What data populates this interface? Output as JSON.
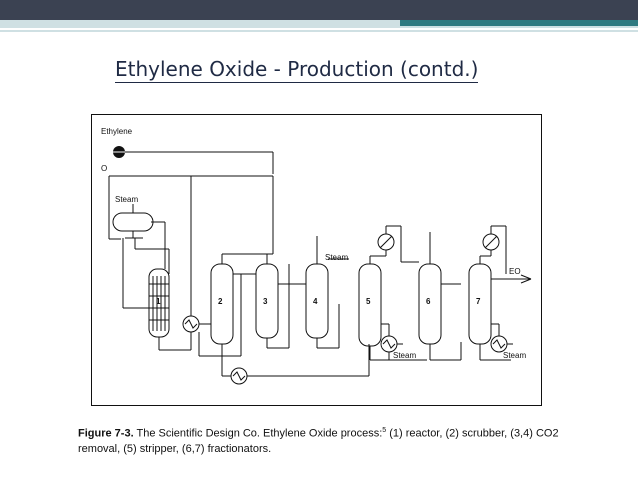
{
  "slide": {
    "title": "Ethylene Oxide - Production (contd.)"
  },
  "diagram": {
    "inputs": {
      "ethylene": "Ethylene",
      "oxygen": "O"
    },
    "steam_labels": [
      "Steam",
      "Steam",
      "Steam",
      "Steam"
    ],
    "product": "EO",
    "units": [
      "1",
      "2",
      "3",
      "4",
      "5",
      "6",
      "7"
    ]
  },
  "caption": {
    "figure_label": "Figure 7-3.",
    "text_before_ref": "The Scientific Design Co. Ethylene Oxide process:",
    "reference": "5",
    "text_after_ref": "(1) reactor, (2) scrubber, (3,4) CO2 removal, (5) stripper, (6,7) fractionators."
  }
}
